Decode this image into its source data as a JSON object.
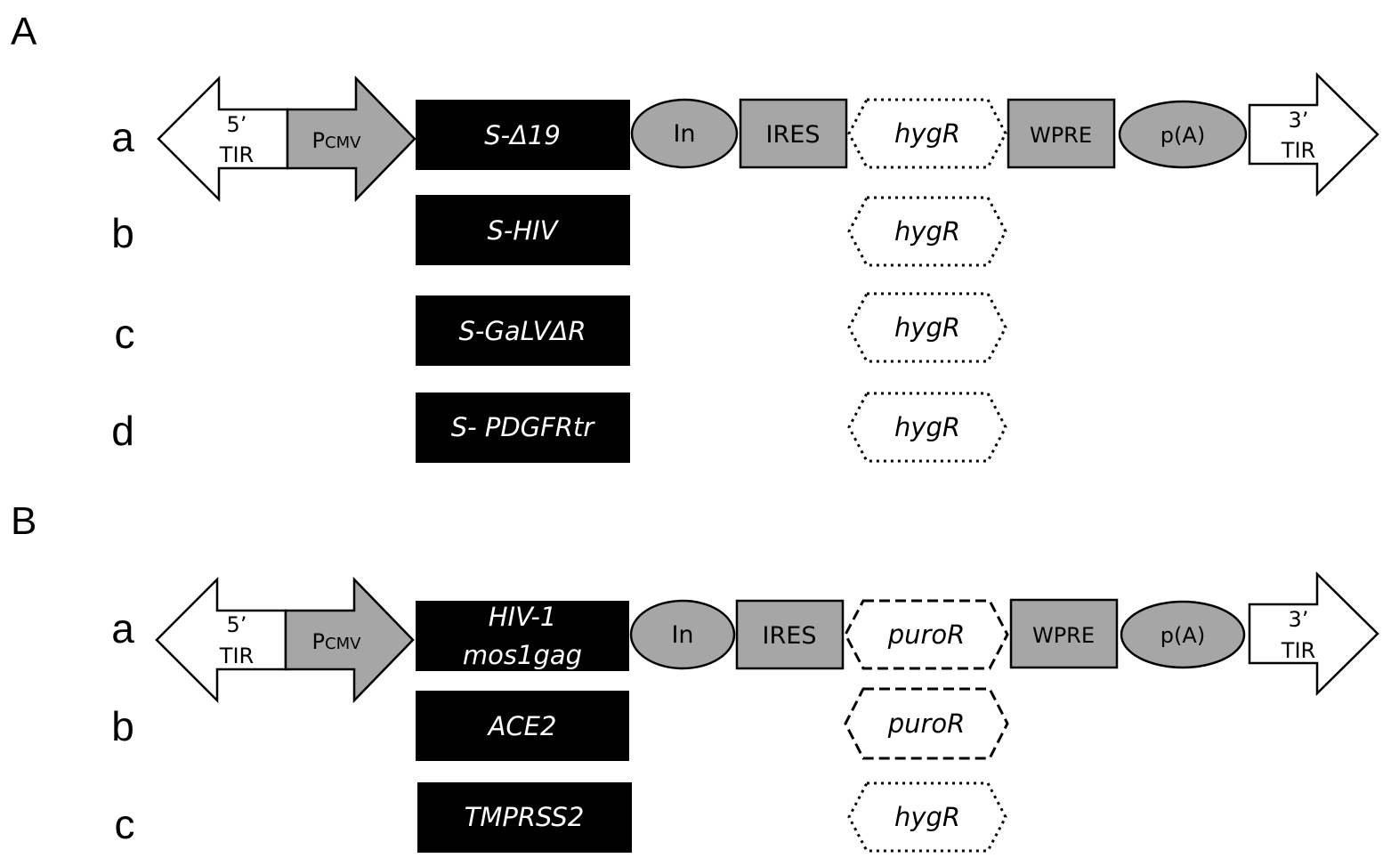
{
  "panels": [
    {
      "label": "A",
      "tir5": [
        "5’",
        "TIR"
      ],
      "promoter": {
        "main": "P",
        "sub": "CMV"
      },
      "intron": "In",
      "ires": "IRES",
      "wpre": "WPRE",
      "polya": "p(A)",
      "tir3": [
        "3’",
        "TIR"
      ],
      "rows": [
        {
          "label": "a",
          "gene": [
            "S-Δ19"
          ],
          "marker": "hygR",
          "marker_style": "dotted"
        },
        {
          "label": "b",
          "gene": [
            "S-HIV"
          ],
          "marker": "hygR",
          "marker_style": "dotted"
        },
        {
          "label": "c",
          "gene": [
            "S-GaLVΔR"
          ],
          "marker": "hygR",
          "marker_style": "dotted"
        },
        {
          "label": "d",
          "gene": [
            "S- PDGFRtr"
          ],
          "marker": "hygR",
          "marker_style": "dotted"
        }
      ]
    },
    {
      "label": "B",
      "tir5": [
        "5’",
        "TIR"
      ],
      "promoter": {
        "main": "P",
        "sub": "CMV"
      },
      "intron": "In",
      "ires": "IRES",
      "wpre": "WPRE",
      "polya": "p(A)",
      "tir3": [
        "3’",
        "TIR"
      ],
      "rows": [
        {
          "label": "a",
          "gene": [
            "HIV-1",
            "mos1gag"
          ],
          "marker": "puroR",
          "marker_style": "dashed"
        },
        {
          "label": "b",
          "gene": [
            "ACE2"
          ],
          "marker": "puroR",
          "marker_style": "dashed"
        },
        {
          "label": "c",
          "gene": [
            "TMPRSS2"
          ],
          "marker": "hygR",
          "marker_style": "dotted"
        }
      ]
    }
  ]
}
